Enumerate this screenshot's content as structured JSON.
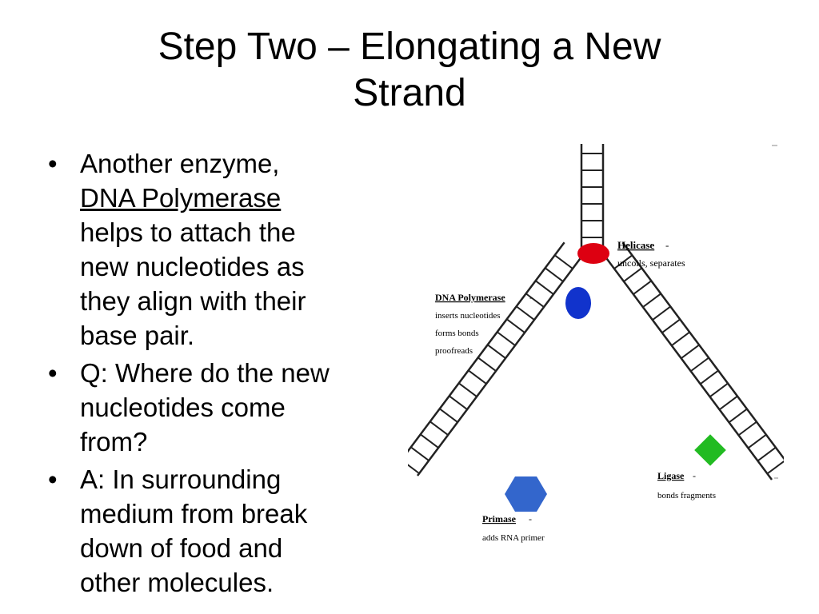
{
  "slide": {
    "title_line1": "Step Two – Elongating a New",
    "title_line2": "Strand"
  },
  "bullets": [
    {
      "lines": [
        "Another enzyme,",
        "DNA Polymerase",
        "helps to attach the",
        "new nucleotides as",
        "they align with their",
        "base pair."
      ]
    },
    {
      "lines": [
        "Q:  Where do the new",
        "nucleotides come",
        "from?"
      ]
    },
    {
      "lines": [
        "A:  In surrounding",
        "medium from break",
        "down of food and",
        "other molecules."
      ]
    }
  ],
  "diagram": {
    "helicase": {
      "name": "Helicase",
      "desc": [
        "uncoils, separates"
      ],
      "color": "#dd0011"
    },
    "polymerase": {
      "name": "DNA Polymerase",
      "desc": [
        "inserts nucleotides",
        "forms bonds",
        "proofreads"
      ],
      "color": "#1133cc"
    },
    "ligase": {
      "name": "Ligase",
      "desc": [
        "bonds fragments"
      ],
      "color": "#22bb22"
    },
    "primase": {
      "name": "Primase",
      "desc": [
        "adds RNA primer"
      ],
      "color": "#3366cc"
    }
  }
}
